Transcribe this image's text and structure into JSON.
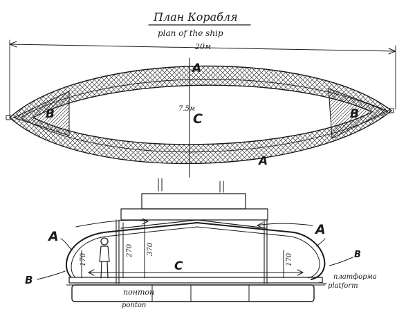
{
  "header": {
    "title_ru": "План Корабля",
    "title_en": "plan of the ship"
  },
  "plan": {
    "length_label": "20м",
    "width_label": "7.5м",
    "center_label": "C",
    "label_a_top": "A",
    "label_a_bottom": "A",
    "label_b_left": "B",
    "label_b_right": "B"
  },
  "section": {
    "label_a_left": "A",
    "label_a_right": "A",
    "label_b_left": "B",
    "label_b_right": "B",
    "label_c": "C",
    "height_170_left": "170",
    "height_270": "270",
    "height_370": "370",
    "height_170_right": "170",
    "pontoon_ru": "понтон",
    "pontoon_en": "ponton",
    "platform_ru": "платформа",
    "platform_en": "platform"
  },
  "colors": {
    "ink": "#1a1a1a",
    "paper": "#ffffff",
    "hatch": "#3a3a3a"
  }
}
